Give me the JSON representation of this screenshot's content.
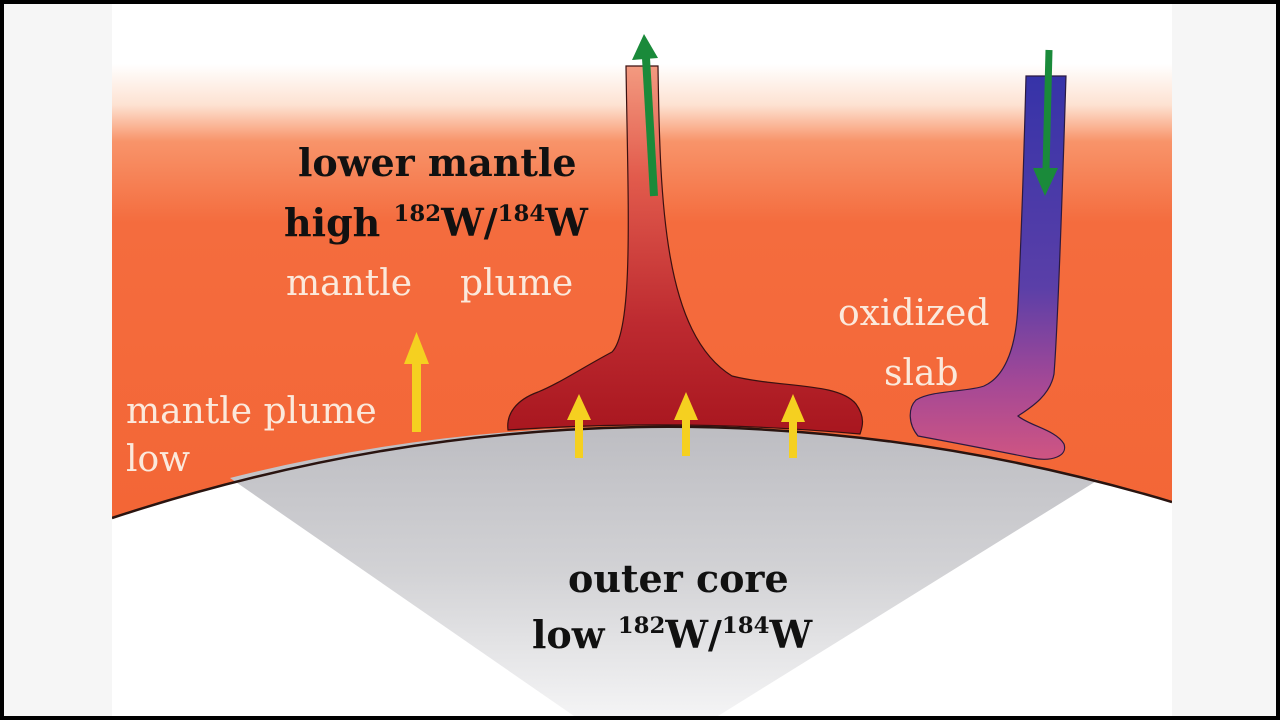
{
  "labels": {
    "lower_mantle": "lower mantle",
    "high_ratio_prefix": "high ",
    "low_ratio_prefix": "low ",
    "isotope_num_a": "182",
    "isotope_num_b": "184",
    "element": "W",
    "slash": "/",
    "mantle_word": "mantle",
    "plume_word": "plume",
    "oxidized": "oxidized",
    "slab": "slab",
    "mantle_plume": "mantle plume",
    "low": "low",
    "outer_core": "outer core"
  },
  "colors": {
    "mantle_orange": "#f46a3c",
    "plume_red": "#b1202c",
    "slab_blue": "#3b3ca8",
    "slab_pink": "#c44f86",
    "core_gray": "#c9c9cc",
    "arrow_yellow": "#f5d020",
    "arrow_green": "#1a8a3a"
  },
  "icons": {
    "up_arrow": "yellow-up-arrow",
    "plume_flow": "green-up-arrow",
    "slab_flow": "green-down-arrow"
  }
}
